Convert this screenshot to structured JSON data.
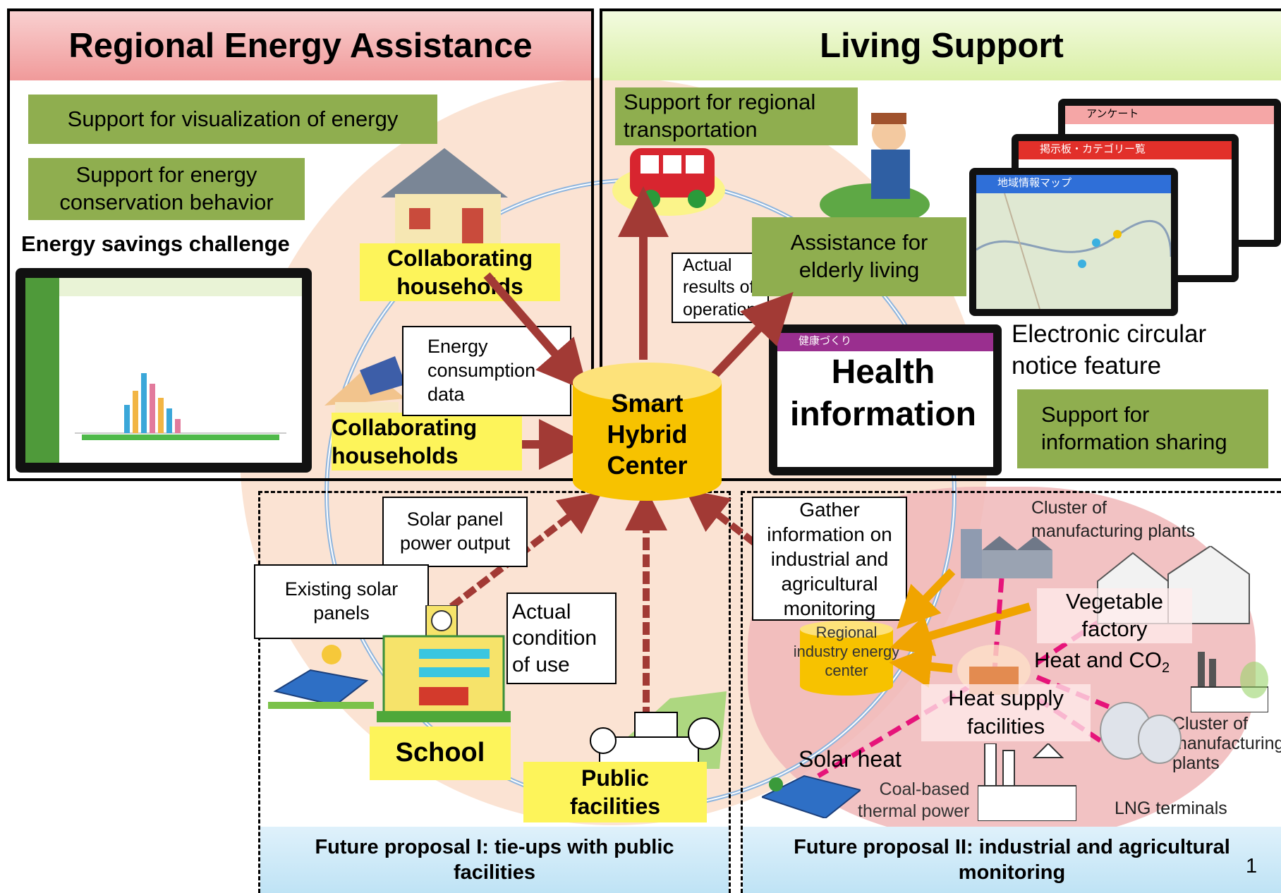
{
  "headers": {
    "regional": "Regional Energy Assistance",
    "living": "Living Support"
  },
  "regional": {
    "visualization": "Support for visualization of energy",
    "conservation_line1": "Support for energy",
    "conservation_line2": "conservation behavior",
    "challenge": "Energy savings challenge",
    "households_top_line1": "Collaborating",
    "households_top_line2": "households",
    "households_bottom_line1": "Collaborating",
    "households_bottom_line2": "households",
    "energy_data_line1": "Energy",
    "energy_data_line2": "consumption",
    "energy_data_line3": "data"
  },
  "center": {
    "line1": "Smart",
    "line2": "Hybrid",
    "line3": "Center"
  },
  "living": {
    "transport_line1": "Support for regional",
    "transport_line2": "transportation",
    "actual_results_line1": "Actual",
    "actual_results_line2": "results of",
    "actual_results_line3": "operation",
    "elderly_line1": "Assistance for",
    "elderly_line2": "elderly living",
    "health_line1": "Health",
    "health_line2": "information",
    "circular_line1": "Electronic circular",
    "circular_line2": "notice feature",
    "sharing_line1": "Support for",
    "sharing_line2": "information sharing",
    "tablet_tabs": [
      "アンケート",
      "掲示板・カテゴリー覧",
      "地域情報マップ",
      "健康づくり"
    ]
  },
  "proposal1": {
    "solar_output_line1": "Solar panel",
    "solar_output_line2": "power output",
    "existing_solar_line1": "Existing solar",
    "existing_solar_line2": "panels",
    "actual_condition_line1": "Actual",
    "actual_condition_line2": "condition",
    "actual_condition_line3": "of use",
    "school": "School",
    "public_line1": "Public",
    "public_line2": "facilities",
    "footer_line1": "Future proposal I: tie-ups with public",
    "footer_line2": "facilities"
  },
  "proposal2": {
    "gather_line1": "Gather",
    "gather_line2": "information on",
    "gather_line3": "industrial and",
    "gather_line4": "agricultural",
    "gather_line5": "monitoring",
    "regional_center_line1": "Regional",
    "regional_center_line2": "industry energy",
    "regional_center_line3": "center",
    "cluster_top_line1": "Cluster of",
    "cluster_top_line2": "manufacturing  plants",
    "vegetable_line1": "Vegetable",
    "vegetable_line2": "factory",
    "heat_co2": "Heat and CO",
    "heat_co2_sub": "2",
    "heat_supply_line1": "Heat supply",
    "heat_supply_line2": "facilities",
    "cluster_right_line1": "Cluster of",
    "cluster_right_line2": "manufacturing",
    "cluster_right_line3": "plants",
    "solar_heat": "Solar heat",
    "coal_line1": "Coal-based",
    "coal_line2": "thermal power",
    "lng": "LNG terminals",
    "footer_line1": "Future proposal II: industrial and agricultural",
    "footer_line2": "monitoring",
    "page_number": "1"
  },
  "colors": {
    "green_box": "#8fae4f",
    "yellow_label": "#fdf45a",
    "arrow": "#a23a35",
    "center_yellow": "#f7c200",
    "pink_header": "#f3a6a6",
    "lime_header": "#e4f5b8"
  }
}
